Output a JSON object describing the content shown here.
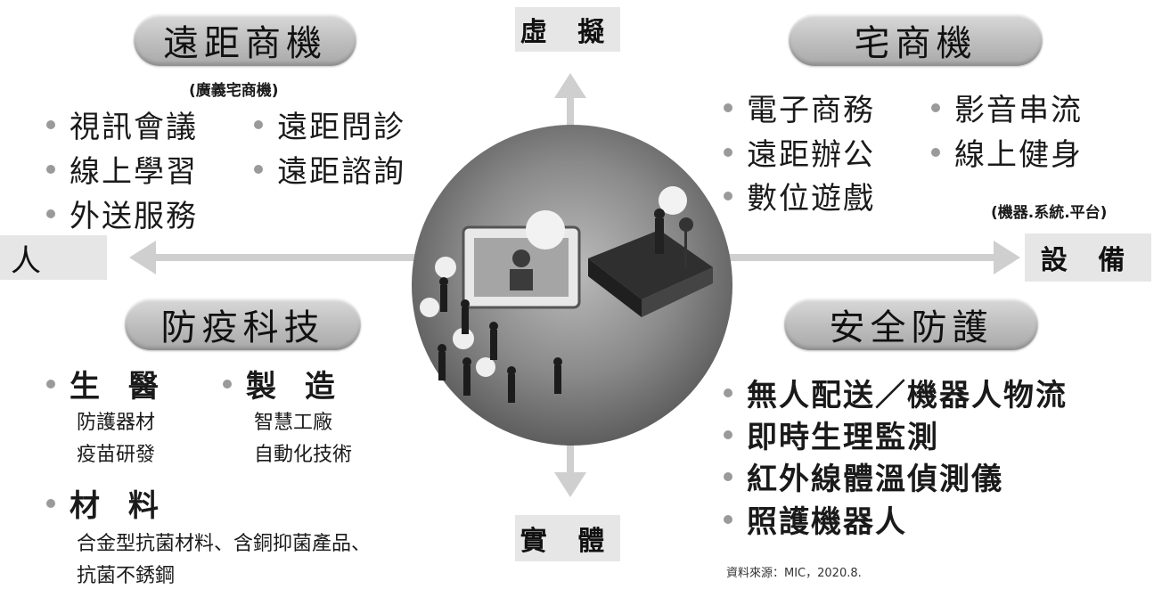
{
  "axes": {
    "top": "虛 擬",
    "bottom": "實 體",
    "left": "人",
    "right": "設 備",
    "right_note": "(機器.系統.平台)"
  },
  "remote": {
    "title": "遠距商機",
    "note": "(廣義宅商機)",
    "items": [
      "視訊會議",
      "遠距問診",
      "線上學習",
      "遠距諮詢",
      "外送服務"
    ]
  },
  "home": {
    "title": "宅商機",
    "items": [
      "電子商務",
      "影音串流",
      "遠距辦公",
      "線上健身",
      "數位遊戲"
    ]
  },
  "epidemic": {
    "title": "防疫科技",
    "groups": [
      {
        "label": "生 醫",
        "lines": [
          "防護器材",
          "疫苗研發"
        ]
      },
      {
        "label": "製 造",
        "lines": [
          "智慧工廠",
          "自動化技術"
        ]
      },
      {
        "label": "材 料",
        "lines": [
          "合金型抗菌材料、含銅抑菌產品、",
          "抗菌不銹鋼"
        ]
      }
    ]
  },
  "security": {
    "title": "安全防護",
    "items": [
      "無人配送／機器人物流",
      "即時生理監測",
      "紅外線體溫偵測儀",
      "照護機器人"
    ]
  },
  "source": "資料來源：MIC，2020.8.",
  "colors": {
    "pill": "#bdbdbd",
    "axis_box": "#e6e6e6",
    "arrow": "#c8c8c8",
    "circle_bg": "#7d7d7d"
  }
}
